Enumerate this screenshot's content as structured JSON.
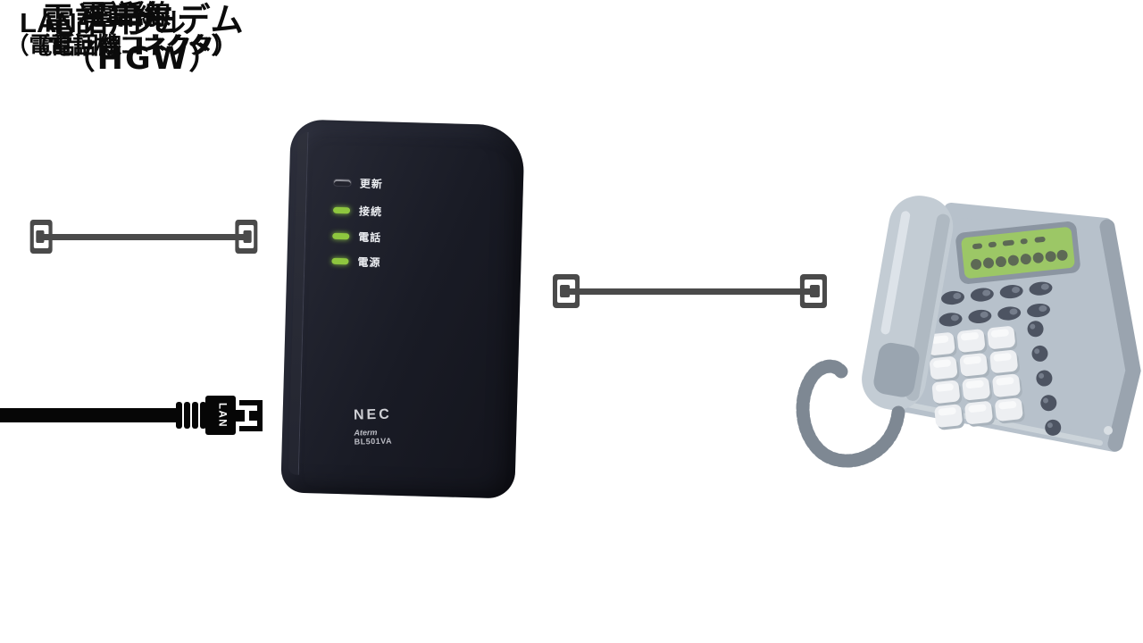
{
  "labels": {
    "phone_line_wall": {
      "line1": "電話線",
      "line2": "（電話回線コネクタ）"
    },
    "phone_line_phone": {
      "line1": "電話線",
      "line2": "（電話機コネクタ）"
    },
    "lan_cable": "LANケーブル",
    "modem_caption": {
      "line1": "電話用モデム",
      "line2": "（HGW）"
    }
  },
  "modem": {
    "brand": "NEC",
    "model_line1": "Aterm",
    "model_line2": "BL501VA",
    "leds": [
      {
        "label": "更新",
        "state": "off"
      },
      {
        "label": "接続",
        "state": "on"
      },
      {
        "label": "電話",
        "state": "on"
      },
      {
        "label": "電源",
        "state": "on"
      }
    ]
  },
  "lan_connector": {
    "port_label": "LAN"
  },
  "colors": {
    "background": "#ffffff",
    "label_text": "#0b0b0b",
    "phone_cord_gray": "#4a4a4a",
    "lan_black": "#060606",
    "modem_body": "#1b1d27",
    "led_on_green": "#8ec63f",
    "phone_body": "#b7c1cb",
    "phone_screen_green": "#9cc766"
  }
}
